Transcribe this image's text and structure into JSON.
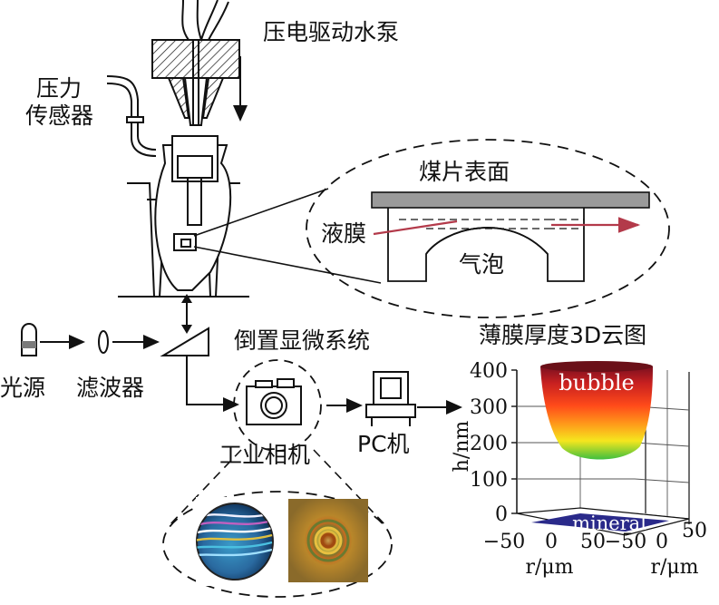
{
  "labels": {
    "pump": "压电驱动水泵",
    "pressure_sensor_line1": "压力",
    "pressure_sensor_line2": "传感器",
    "coal_surface": "煤片表面",
    "liquid_film": "液膜",
    "bubble_zh": "气泡",
    "light_source": "光源",
    "filter": "滤波器",
    "inverted_microscope": "倒置显微系统",
    "film_3d_title": "薄膜厚度3D云图",
    "camera": "工业相机",
    "pc": "PC机"
  },
  "chart_data": {
    "type": "surface",
    "title": "薄膜厚度3D云图",
    "zlabel": "h/nm",
    "xlabel": "r/μm",
    "ylabel": "r/μm",
    "z_ticks": [
      "400",
      "300",
      "200",
      "100",
      "0"
    ],
    "x_ticks": [
      "−50",
      "0",
      "50"
    ],
    "y_ticks": [
      "−50",
      "0",
      "50"
    ],
    "zlim": [
      0,
      400
    ],
    "annotations": [
      "bubble",
      "mineral"
    ],
    "colors": {
      "surface_top": "#8b1a1a",
      "surface_mid": "#ff4a1a",
      "surface_low": "#f5e61e",
      "surface_base": "#3fbf3f",
      "mineral_plane": "#2a2a8a",
      "arrow_red": "#b33a4a"
    }
  }
}
